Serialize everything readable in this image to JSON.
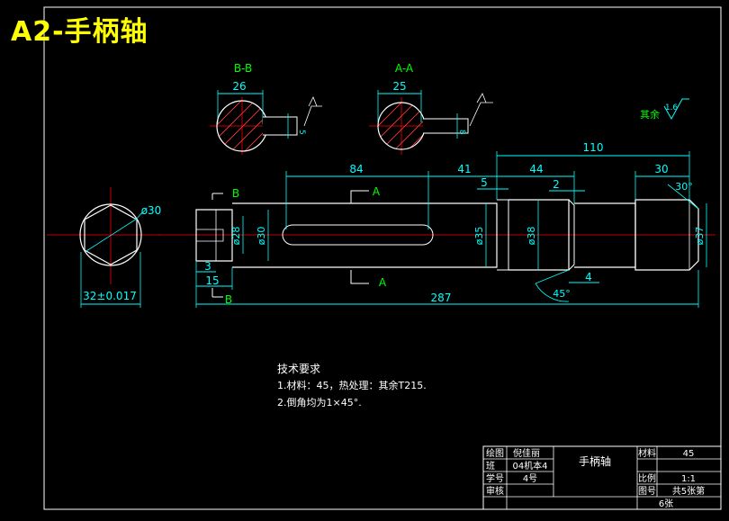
{
  "drawing_title": "A2-手柄轴",
  "colors": {
    "background": "#000000",
    "outline": "#ffffff",
    "dimension": "#00ffff",
    "label": "#00ff00",
    "centerline": "#ff0000",
    "hatch": "#ff4040",
    "title_yellow": "#ffff00"
  },
  "section_views": {
    "bb": {
      "label": "B-B",
      "width_dim": "26",
      "keyway_dim": "5"
    },
    "aa": {
      "label": "A-A",
      "width_dim": "25",
      "keyway_dim": "8"
    }
  },
  "roughness_note": {
    "prefix": "其余",
    "value": "1.6"
  },
  "end_view": {
    "diameter": "ø30",
    "across_flats": "32±0.017"
  },
  "main_view": {
    "section_marks": {
      "a_top": "A",
      "a_bottom": "A",
      "b_top": "B",
      "b_bottom": "B"
    },
    "dims": {
      "d84": "84",
      "d41": "41",
      "d110": "110",
      "d44": "44",
      "d30len": "30",
      "d5": "5",
      "d2": "2",
      "chamfer_angle": "30°",
      "d4": "4",
      "chamfer45": "45°",
      "d3": "3",
      "d15": "15",
      "d287": "287",
      "dia28": "ø28",
      "dia30": "ø30",
      "dia35": "ø35",
      "dia38": "ø38",
      "dia37": "ø37"
    }
  },
  "tech_requirements": {
    "heading": "技术要求",
    "items": [
      "1.材料：45，热处理：其余T215.",
      "2.倒角均为1×45°."
    ]
  },
  "title_block": {
    "designer_label": "绘图",
    "designer_name": "倪佳丽",
    "class_label": "班",
    "class_value": "04机本4",
    "student_no_label": "学号",
    "student_no": "4号",
    "reviewer_label": "审核",
    "part_name": "手柄轴",
    "material_label": "材料",
    "material": "45",
    "scale_label": "比例",
    "scale": "1:1",
    "sheet_label": "图号",
    "sheet_value": "共5张第",
    "sheet_no": "6张"
  }
}
